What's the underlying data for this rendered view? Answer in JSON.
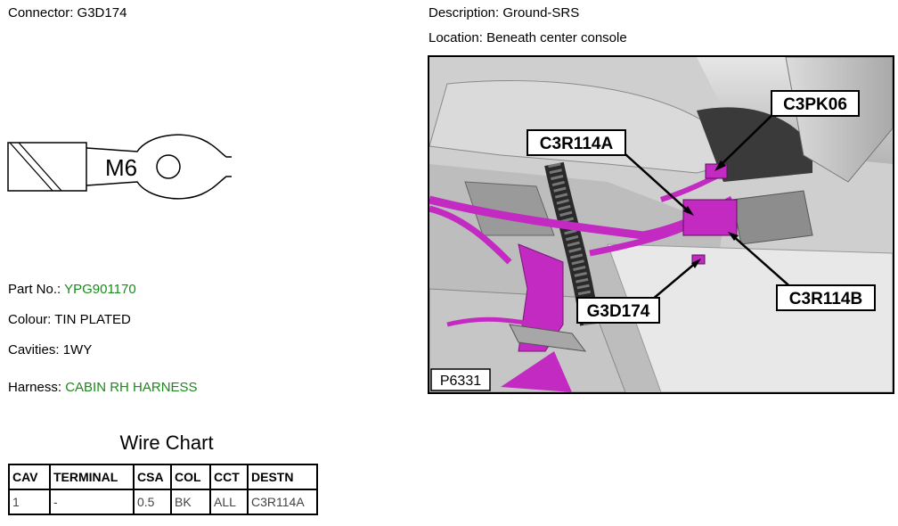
{
  "connector": {
    "label": "Connector:",
    "value": "G3D174"
  },
  "description": {
    "label": "Description:",
    "value": "Ground-SRS"
  },
  "location": {
    "label": "Location:",
    "value": "Beneath center console"
  },
  "terminal_label": "M6",
  "part_no": {
    "label": "Part No.:",
    "value": "YPG901170"
  },
  "colour": {
    "label": "Colour:",
    "value": "TIN PLATED"
  },
  "cavities": {
    "label": "Cavities:",
    "value": "1WY"
  },
  "harness": {
    "label": "Harness:",
    "value": "CABIN RH HARNESS"
  },
  "wire_chart": {
    "title": "Wire Chart",
    "headers": [
      "CAV",
      "TERMINAL",
      "CSA",
      "COL",
      "CCT",
      "DESTN"
    ],
    "rows": [
      [
        "1",
        "-",
        "0.5",
        "BK",
        "ALL",
        "C3R114A"
      ]
    ]
  },
  "photo": {
    "callouts": [
      "C3PK06",
      "C3R114A",
      "C3R114B",
      "G3D174"
    ],
    "ref": "P6331"
  },
  "colors": {
    "green_text": "#1a8a1a",
    "harness_magenta": "#c22ac2"
  }
}
